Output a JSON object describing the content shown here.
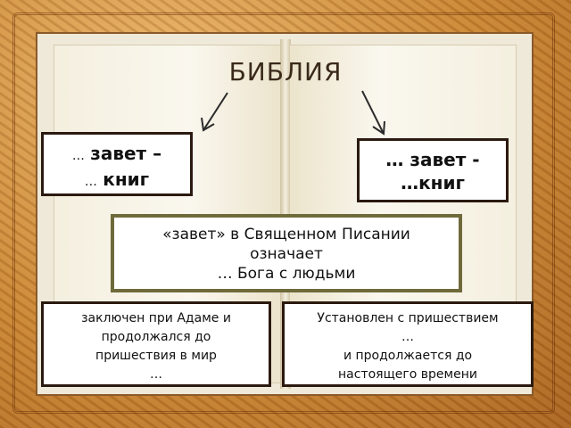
{
  "title": "БИБЛИЯ",
  "left_box": {
    "line1_dots": "…",
    "line1": "завет –",
    "line2_dots": "…",
    "line2": "книг"
  },
  "right_box": {
    "line1": "… завет -",
    "line2": "…книг"
  },
  "center_box": {
    "line1": "«завет» в Священном Писании",
    "line2": "означает",
    "line3": "… Бога с людьми"
  },
  "bottom_left_box": {
    "line1": "заключен при Адаме и",
    "line2": "продолжался до",
    "line3": "пришествия в мир",
    "line4": "…"
  },
  "bottom_right_box": {
    "line1": "Установлен с пришествием",
    "line2": "…",
    "line3": "и продолжается до",
    "line4": "настоящего времени"
  },
  "colors": {
    "frame": "#c98532",
    "box_border": "#2b1a10",
    "center_border": "#6f6a3a",
    "title": "#3a2a1a"
  }
}
